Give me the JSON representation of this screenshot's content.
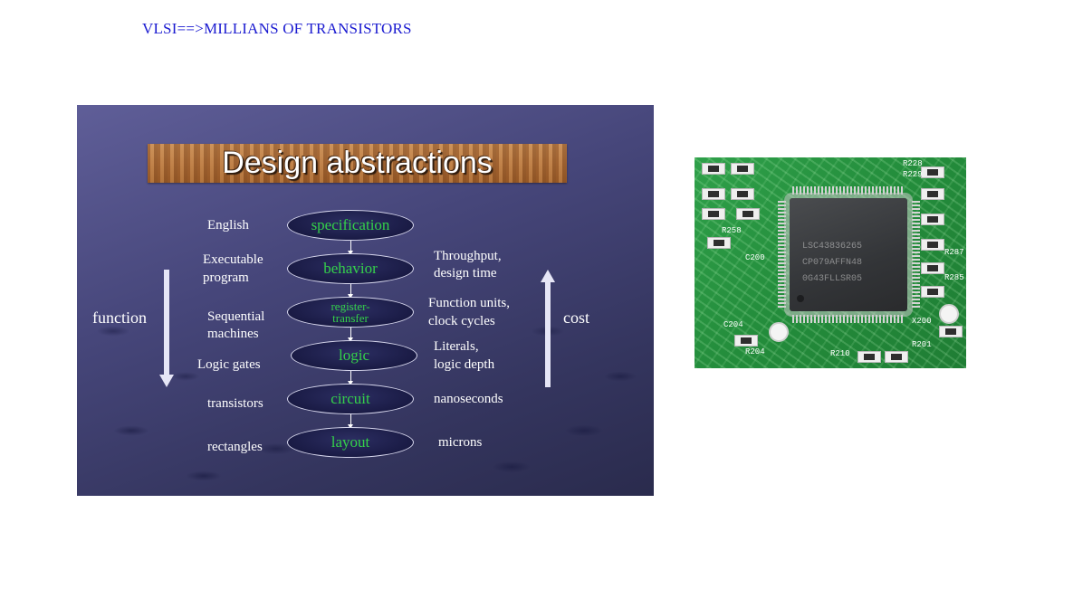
{
  "heading": "VLSI==>MILLIANS OF TRANSISTORS",
  "slide": {
    "title": "Design abstractions",
    "left_labels": {
      "english": "English",
      "exec_1": "Executable",
      "exec_2": "program",
      "seq_1": "Sequential",
      "seq_2": "machines",
      "logic_gates": "Logic gates",
      "transistors": "transistors",
      "rectangles": "rectangles"
    },
    "levels": {
      "specification": "specification",
      "behavior": "behavior",
      "rt_1": "register-",
      "rt_2": "transfer",
      "logic": "logic",
      "circuit": "circuit",
      "layout": "layout"
    },
    "right_labels": {
      "through_1": "Throughput,",
      "through_2": "design time",
      "func_1": "Function units,",
      "func_2": "clock cycles",
      "lit_1": "Literals,",
      "lit_2": "logic depth",
      "nano": "nanoseconds",
      "microns": "microns"
    },
    "function_label": "function",
    "cost_label": "cost"
  },
  "pcb": {
    "chip_lines": [
      "LSC43836265",
      "CP079AFFN48",
      "0G43FLLSR05"
    ],
    "labels": [
      "R228",
      "R229",
      "R258",
      "C200",
      "R204",
      "C204",
      "X200",
      "R201",
      "R210",
      "R285",
      "R287"
    ]
  },
  "colors": {
    "heading": "#1a1ad0",
    "level_text": "#34d14a"
  }
}
